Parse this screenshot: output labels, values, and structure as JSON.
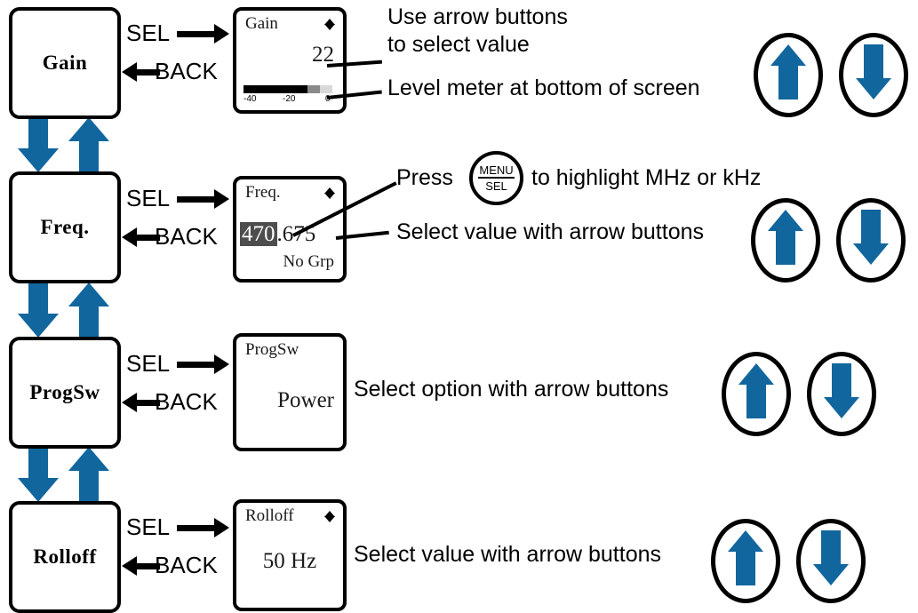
{
  "diagram": {
    "title": "Receiver menu navigation map",
    "accent_blue": "#11669e",
    "line_black": "#000000",
    "highlight_bg": "#4d4d4d"
  },
  "transitions": {
    "forward_label": "SEL",
    "back_label": "BACK"
  },
  "rows": [
    {
      "menu_label": "Gain",
      "screen": {
        "header": "Gain",
        "has_diamond_icon": true,
        "value": "22",
        "sub": "",
        "meter": {
          "visible": true,
          "fill_percent": 72,
          "peak_percent": 76,
          "ticks": [
            "-40",
            "-20",
            "0"
          ]
        }
      },
      "annotations": [
        {
          "text_line1": "Use arrow buttons",
          "text_line2": "to select value"
        },
        {
          "text_line1": "Level meter at bottom of screen",
          "text_line2": ""
        }
      ],
      "buttons": {
        "up": "up-arrow-button",
        "down": "down-arrow-button"
      }
    },
    {
      "menu_label": "Freq.",
      "screen": {
        "header": "Freq.",
        "has_diamond_icon": true,
        "value_highlighted": "470",
        "value_rest": ".675",
        "sub": "No Grp",
        "meter": {
          "visible": false
        }
      },
      "annotations": [
        {
          "press_prefix": "Press",
          "button_line1": "MENU",
          "button_line2": "SEL",
          "press_suffix": "to highlight MHz or kHz"
        },
        {
          "text_line1": "Select value with arrow buttons",
          "text_line2": ""
        }
      ],
      "buttons": {
        "up": "up-arrow-button",
        "down": "down-arrow-button"
      }
    },
    {
      "menu_label": "ProgSw",
      "screen": {
        "header": "ProgSw",
        "has_diamond_icon": false,
        "value": "Power",
        "sub": "",
        "meter": {
          "visible": false
        }
      },
      "annotations": [
        {
          "text_line1": "Select option with arrow buttons",
          "text_line2": ""
        }
      ],
      "buttons": {
        "up": "up-arrow-button",
        "down": "down-arrow-button"
      }
    },
    {
      "menu_label": "Rolloff",
      "screen": {
        "header": "Rolloff",
        "has_diamond_icon": true,
        "value": "50 Hz",
        "sub": "",
        "meter": {
          "visible": false
        }
      },
      "annotations": [
        {
          "text_line1": "Select value with arrow buttons",
          "text_line2": ""
        }
      ],
      "buttons": {
        "up": "up-arrow-button",
        "down": "down-arrow-button"
      }
    }
  ]
}
